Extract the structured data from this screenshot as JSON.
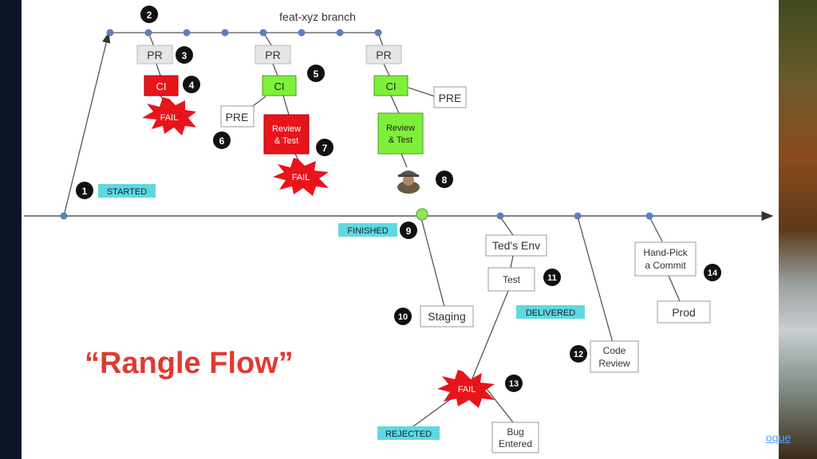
{
  "slide": {
    "title": "“Rangle Flow”",
    "attribution": "oque"
  },
  "diagram": {
    "branch_label": "feat-xyz branch",
    "step_numbers": [
      "1",
      "2",
      "3",
      "4",
      "5",
      "6",
      "7",
      "8",
      "9",
      "10",
      "11",
      "12",
      "13",
      "14"
    ],
    "boxes": {
      "pr": "PR",
      "ci": "CI",
      "pre": "PRE",
      "review_line1": "Review",
      "review_line2": "& Test",
      "teds_env": "Ted's Env",
      "test": "Test",
      "staging": "Staging",
      "code_review_line1": "Code",
      "code_review_line2": "Review",
      "handpick_line1": "Hand-Pick",
      "handpick_line2": "a Commit",
      "prod": "Prod",
      "bug_line1": "Bug",
      "bug_line2": "Entered"
    },
    "fail_label": "FAIL",
    "tags": {
      "started": "STARTED",
      "finished": "FINISHED",
      "delivered": "DELIVERED",
      "rejected": "REJECTED"
    },
    "colors": {
      "line": "#555555",
      "node": "#5b7fbf",
      "fail_red": "#e8141c",
      "ci_green": "#7ef03a",
      "tag_cyan": "#5fd8e0",
      "title_red": "#e03a32",
      "box_gray": "#e6e6e6"
    }
  }
}
